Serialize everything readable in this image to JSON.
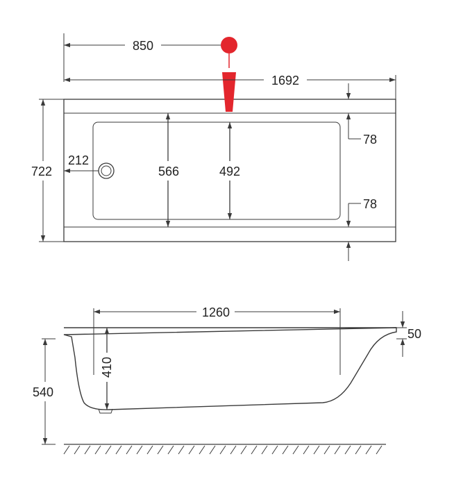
{
  "top_view": {
    "tap_offset": "850",
    "overall_length": "1692",
    "overall_width": "722",
    "waste_offset": "212",
    "inner_width_outer": "566",
    "inner_width_bottom": "492",
    "rim_top": "78",
    "rim_bottom": "78"
  },
  "side_view": {
    "bottom_length": "1260",
    "rim_thickness": "50",
    "inner_depth": "410",
    "overall_height": "540"
  },
  "colors": {
    "line": "#3a3a3a",
    "tap": "#e3262d"
  }
}
